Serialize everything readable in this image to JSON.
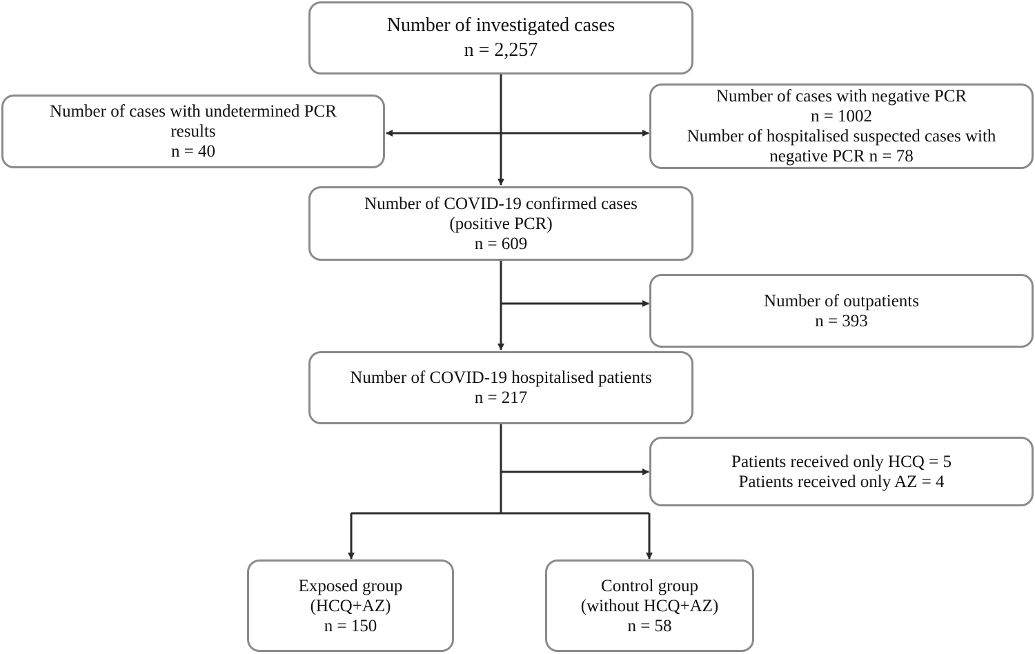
{
  "nodes": {
    "investigated": {
      "title": "Number of investigated cases",
      "n": "n = 2,257"
    },
    "undetermined": {
      "line1": "Number of cases with undetermined PCR",
      "line2": "results",
      "n": "n = 40"
    },
    "negative": {
      "line1": "Number of cases with negative PCR",
      "n": "n = 1002",
      "line2": "Number of hospitalised suspected cases with",
      "line3": "negative PCR n = 78"
    },
    "confirmed": {
      "line1": "Number of COVID-19 confirmed cases",
      "line2": "(positive PCR)",
      "n": "n = 609"
    },
    "outpatients": {
      "title": "Number of outpatients",
      "n": "n = 393"
    },
    "hospitalised": {
      "title": "Number of COVID-19 hospitalised patients",
      "n": "n = 217"
    },
    "excluded": {
      "line1": "Patients received only HCQ = 5",
      "line2": "Patients received only AZ = 4"
    },
    "exposed": {
      "line1": "Exposed group",
      "line2": "(HCQ+AZ)",
      "n": "n = 150"
    },
    "control": {
      "line1": "Control group",
      "line2": "(without HCQ+AZ)",
      "n": "n = 58"
    }
  },
  "colors": {
    "box_border": "#8a8a8a",
    "arrow": "#2b2b2b",
    "text": "#111111"
  }
}
